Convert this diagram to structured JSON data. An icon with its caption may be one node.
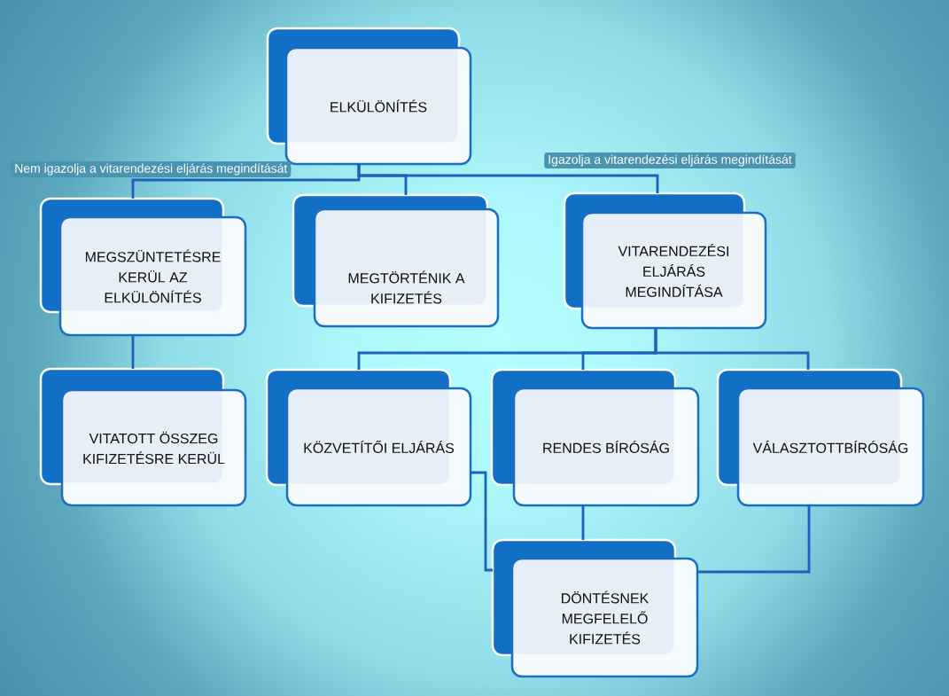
{
  "diagram": {
    "nodes": [
      {
        "text": [
          "ELKÜLÖNÍTÉS"
        ]
      },
      {
        "text": [
          "MEGSZÜNTETÉSRE KERÜL AZ ELKÜLÖNÍTÉS"
        ]
      },
      {
        "text": [
          "MEGTÖRTÉNIK A KIFIZETÉS"
        ]
      },
      {
        "text": [
          "VITARENDEZÉSI ELJÁRÁS MEGINDÍTÁSA"
        ]
      },
      {
        "text": [
          "VITATOTT ÖSSZEG KIFIZETÉSRE KERÜL"
        ]
      },
      {
        "text": [
          "KÖZVETÍTŐI ELJÁRÁS"
        ]
      },
      {
        "text": [
          "RENDES BÍRÓSÁG"
        ]
      },
      {
        "text": [
          "VÁLASZTOTTBÍRÓSÁG"
        ]
      },
      {
        "text": [
          "DÖNTÉSNEK MEGFELELŐ KIFIZETÉS"
        ]
      }
    ],
    "edges": [
      {
        "from": 0,
        "to": 1,
        "arrow": "none",
        "label": "Nem igazolja a vitarendezési eljárás megindítását"
      },
      {
        "from": 0,
        "to": 2,
        "arrow": "none"
      },
      {
        "from": 0,
        "to": 3,
        "arrow": "none",
        "label": "Igazolja a vitarendezési eljárás megindítását"
      },
      {
        "from": 1,
        "to": 4,
        "arrow": "none"
      },
      {
        "from": 3,
        "to": 5,
        "arrow": "none"
      },
      {
        "from": 3,
        "to": 6,
        "arrow": "none"
      },
      {
        "from": 3,
        "to": 7,
        "arrow": "none"
      },
      {
        "from": 6,
        "to": 8,
        "arrow": "none"
      },
      {
        "from": 5,
        "to": 8,
        "arrow": "none"
      },
      {
        "from": 7,
        "to": 8,
        "arrow": "none"
      }
    ]
  }
}
